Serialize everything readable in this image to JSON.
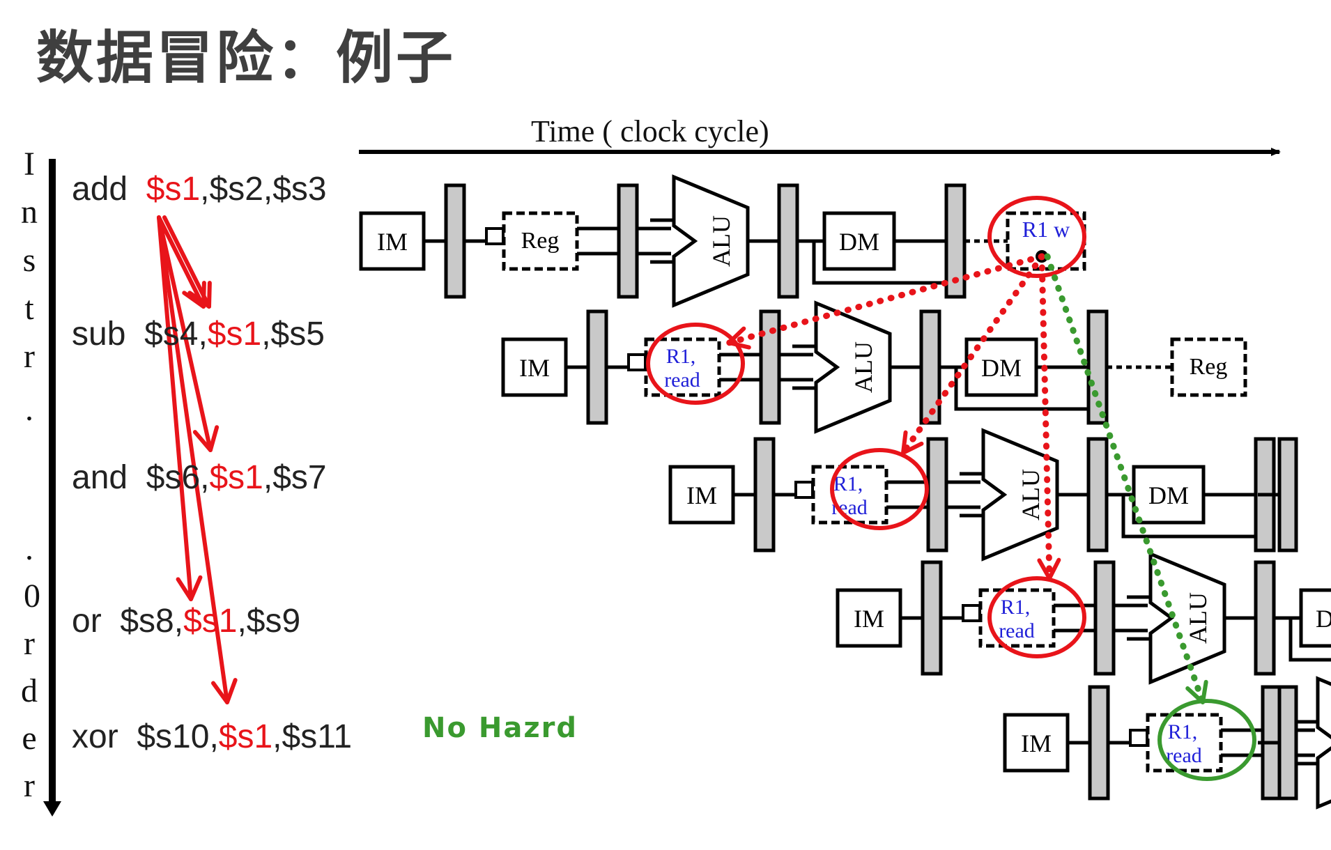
{
  "title": "数据冒险：例子",
  "time_axis_label": "Time ( clock cycle)",
  "order_axis_label": [
    "I",
    "n",
    "s",
    "t",
    "r",
    ".",
    ".",
    "0",
    "r",
    "d",
    "e",
    "r"
  ],
  "instructions": [
    {
      "op": "add",
      "parts": [
        {
          "t": "add  ",
          "c": "n"
        },
        {
          "t": "$s1",
          "c": "r"
        },
        {
          "t": ",$s2,$s3",
          "c": "n"
        }
      ]
    },
    {
      "op": "sub",
      "parts": [
        {
          "t": "sub  $s4,",
          "c": "n"
        },
        {
          "t": "$s1",
          "c": "r"
        },
        {
          "t": ",$s5",
          "c": "n"
        }
      ]
    },
    {
      "op": "and",
      "parts": [
        {
          "t": "and  $s6,",
          "c": "n"
        },
        {
          "t": "$s1",
          "c": "r"
        },
        {
          "t": ",$s7",
          "c": "n"
        }
      ]
    },
    {
      "op": "or",
      "parts": [
        {
          "t": "or  $s8,",
          "c": "n"
        },
        {
          "t": "$s1",
          "c": "r"
        },
        {
          "t": ",$s9",
          "c": "n"
        }
      ]
    },
    {
      "op": "xor",
      "parts": [
        {
          "t": "xor  $s10,",
          "c": "n"
        },
        {
          "t": "$s1",
          "c": "r"
        },
        {
          "t": ",$s11",
          "c": "n"
        }
      ]
    }
  ],
  "stage_labels": {
    "im": "IM",
    "reg": "Reg",
    "alu": "ALU",
    "dm": "DM",
    "r1_write": "R1 w",
    "r1_read_1": "R1,",
    "r1_read_2": "read"
  },
  "no_hazard_label": "No Hazrd",
  "colors": {
    "title": "#3f3f3f",
    "register": "#e8141a",
    "hazard_arrow": "#e8141a",
    "no_hazard": "#3a9a2f",
    "pipeline_bar": "#c9c9c9",
    "stage_text_blue": "#1f1fd8"
  }
}
